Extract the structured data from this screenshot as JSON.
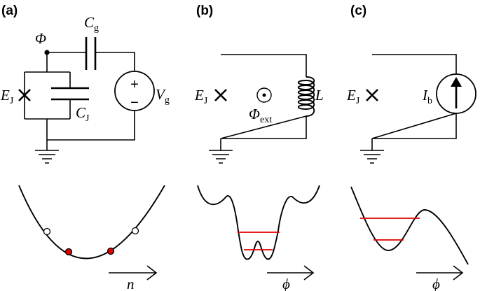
{
  "panels": {
    "a": {
      "label": "(a)",
      "node_label": "Φ",
      "labels": {
        "junction": {
          "main": "E",
          "sub": "J"
        },
        "gate_cap": {
          "main": "C",
          "sub": "g"
        },
        "junction_cap": {
          "main": "C",
          "sub": "J"
        },
        "voltage": {
          "main": "V",
          "sub": "g"
        },
        "source_plus": "+",
        "source_minus": "−"
      },
      "axis_label": "n"
    },
    "b": {
      "label": "(b)",
      "labels": {
        "junction": {
          "main": "E",
          "sub": "J"
        },
        "flux": {
          "main": "Φ",
          "sub": "ext"
        },
        "inductor": {
          "main": "L"
        }
      },
      "axis_label": "ϕ"
    },
    "c": {
      "label": "(c)",
      "labels": {
        "junction": {
          "main": "E",
          "sub": "J"
        },
        "current": {
          "main": "I",
          "sub": "b"
        }
      },
      "axis_label": "ϕ"
    }
  },
  "colors": {
    "line": "#000000",
    "energy_level": "#e00000",
    "filled_state": "#e00000",
    "empty_state": "#ffffff"
  }
}
